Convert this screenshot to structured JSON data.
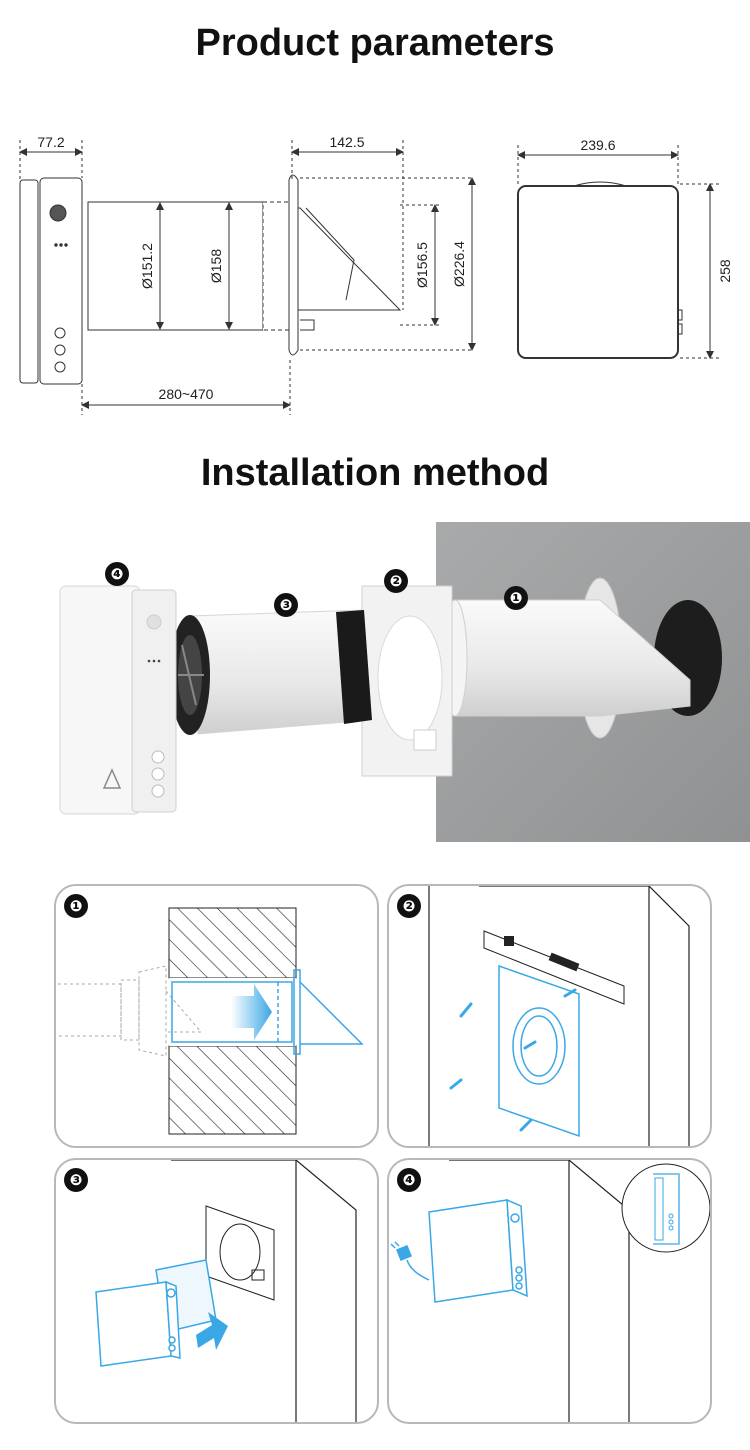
{
  "sections": {
    "parameters_title": "Product parameters",
    "installation_title": "Installation method"
  },
  "dimensions": {
    "front_depth": "77.2",
    "hood_depth": "142.5",
    "cover_width": "239.6",
    "cover_height": "258",
    "pipe_inner_dia": "Ø151.2",
    "pipe_outer_dia": "Ø158",
    "hood_inner_dia": "Ø156.5",
    "hood_outer_dia": "Ø226.4",
    "wall_length": "280~470"
  },
  "steps": [
    "❶",
    "❷",
    "❸",
    "❹"
  ],
  "colors": {
    "accent_blue": "#3aa7e6",
    "badge": "#111111",
    "wall_gray": "#9ea0a1"
  }
}
